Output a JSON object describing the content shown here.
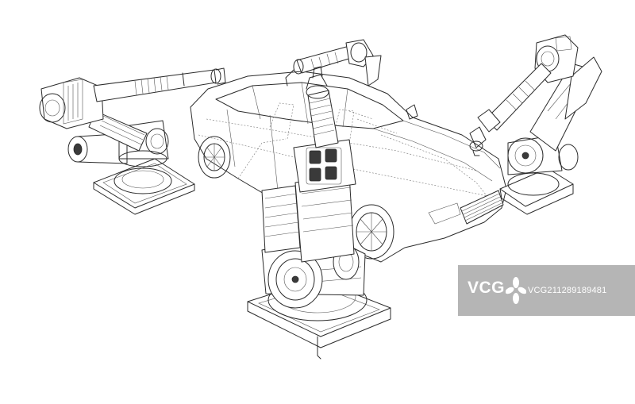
{
  "image": {
    "subject": "wireframe-line-drawing",
    "background_color": "#ffffff",
    "line_color": "#2b2b2b"
  },
  "watermark": {
    "brand": "VCG",
    "id_text": "VCG211289189481",
    "box_color": "#787878",
    "icon": "flower-petal-icon"
  }
}
